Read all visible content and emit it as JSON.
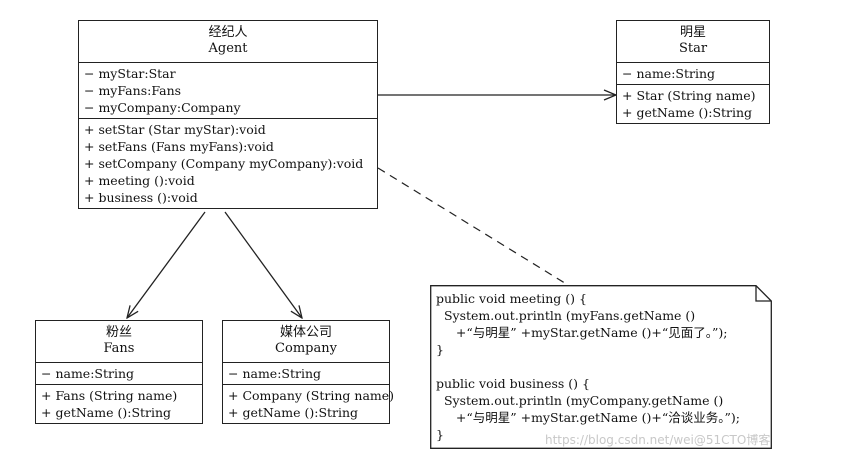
{
  "classes": {
    "agent": {
      "cn": "经纪人",
      "en": "Agent",
      "attributes": [
        "− myStar:Star",
        "− myFans:Fans",
        "− myCompany:Company"
      ],
      "operations": [
        "+ setStar (Star myStar):void",
        "+ setFans (Fans myFans):void",
        "+ setCompany (Company myCompany):void",
        "+ meeting ():void",
        "+ business ():void"
      ]
    },
    "star": {
      "cn": "明星",
      "en": "Star",
      "attributes": [
        "− name:String"
      ],
      "operations": [
        "+ Star (String name)",
        "+ getName ():String"
      ]
    },
    "fans": {
      "cn": "粉丝",
      "en": "Fans",
      "attributes": [
        "− name:String"
      ],
      "operations": [
        "+ Fans (String name)",
        "+ getName ():String"
      ]
    },
    "company": {
      "cn": "媒体公司",
      "en": "Company",
      "attributes": [
        "− name:String"
      ],
      "operations": [
        "+ Company (String name)",
        "+ getName ():String"
      ]
    }
  },
  "note": {
    "lines": [
      "public void meeting () {",
      "  System.out.println (myFans.getName ()",
      "     +“与明星” +myStar.getName ()+“见面了。”);",
      "}",
      "",
      "public void business () {",
      "  System.out.println (myCompany.getName ()",
      "     +“与明星” +myStar.getName ()+“洽谈业务。”);",
      "}"
    ]
  },
  "watermark": "https://blog.csdn.net/wei@51CTO博客",
  "colors": {
    "line": "#222222",
    "background": "#ffffff",
    "watermark": "#c8c8c8"
  }
}
